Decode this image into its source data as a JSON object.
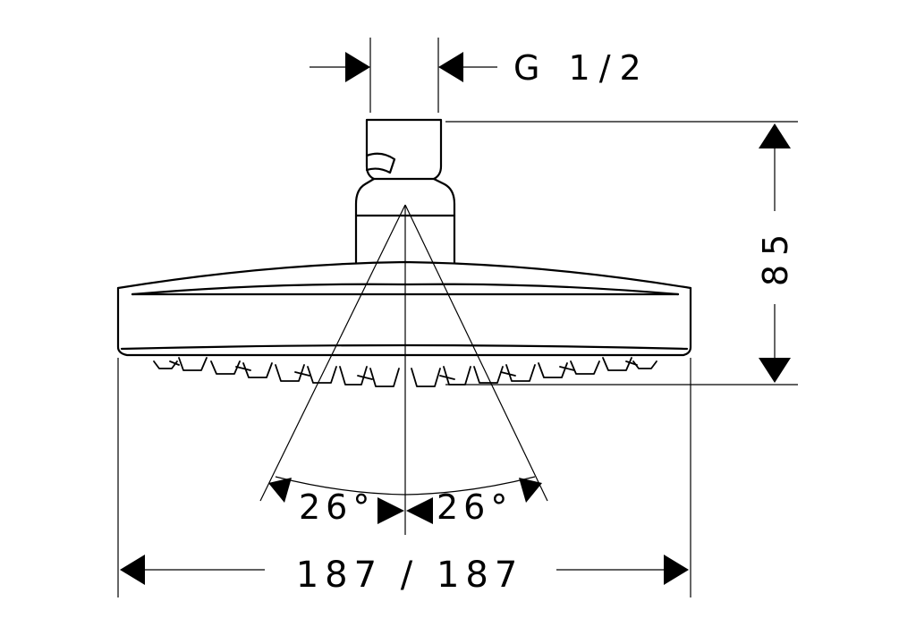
{
  "dimensions": {
    "thread": "G 1/2",
    "height": "85",
    "width": "187 / 187",
    "angle_left": "26°",
    "angle_right": "26°"
  },
  "colors": {
    "line": "#000000",
    "background": "#ffffff"
  }
}
